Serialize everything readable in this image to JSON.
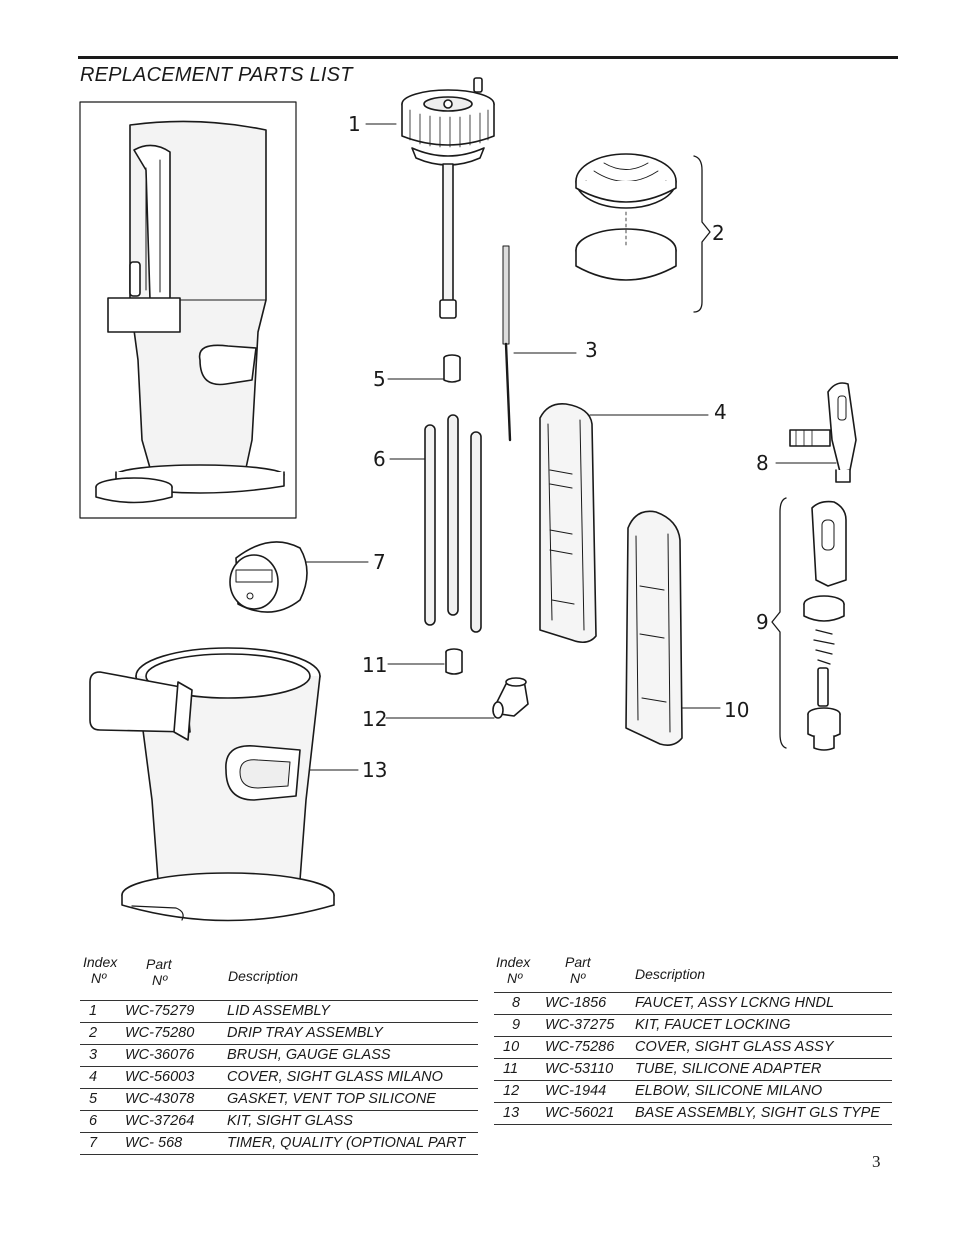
{
  "page": {
    "title": "REPLACEMENT PARTS LIST",
    "number": "3"
  },
  "callouts": [
    "1",
    "2",
    "3",
    "4",
    "5",
    "6",
    "7",
    "8",
    "9",
    "10",
    "11",
    "12",
    "13"
  ],
  "table_headers": {
    "index_line1": "Index",
    "index_line2": "Nº",
    "part_line1": "Part",
    "part_line2": "Nº",
    "description": "Description"
  },
  "parts_left": [
    {
      "index": "1",
      "part": "WC-75279",
      "description": "LID ASSEMBLY"
    },
    {
      "index": "2",
      "part": "WC-75280",
      "description": "DRIP TRAY ASSEMBLY"
    },
    {
      "index": "3",
      "part": "WC-36076",
      "description": "BRUSH, GAUGE GLASS"
    },
    {
      "index": "4",
      "part": "WC-56003",
      "description": "COVER, SIGHT GLASS MILANO"
    },
    {
      "index": "5",
      "part": "WC-43078",
      "description": "GASKET, VENT TOP SILICONE"
    },
    {
      "index": "6",
      "part": "WC-37264",
      "description": "KIT, SIGHT GLASS"
    },
    {
      "index": "7",
      "part": "WC- 568",
      "description": "TIMER, QUALITY (OPTIONAL PART"
    }
  ],
  "parts_right": [
    {
      "index": "8",
      "part": "WC-1856",
      "description": "FAUCET, ASSY LCKNG HNDL"
    },
    {
      "index": "9",
      "part": "WC-37275",
      "description": "KIT, FAUCET LOCKING"
    },
    {
      "index": "10",
      "part": "WC-75286",
      "description": "COVER, SIGHT GLASS ASSY"
    },
    {
      "index": "11",
      "part": "WC-53110",
      "description": "TUBE, SILICONE ADAPTER"
    },
    {
      "index": "12",
      "part": "WC-1944",
      "description": "ELBOW, SILICONE MILANO"
    },
    {
      "index": "13",
      "part": "WC-56021",
      "description": "BASE ASSEMBLY, SIGHT GLS TYPE"
    }
  ]
}
